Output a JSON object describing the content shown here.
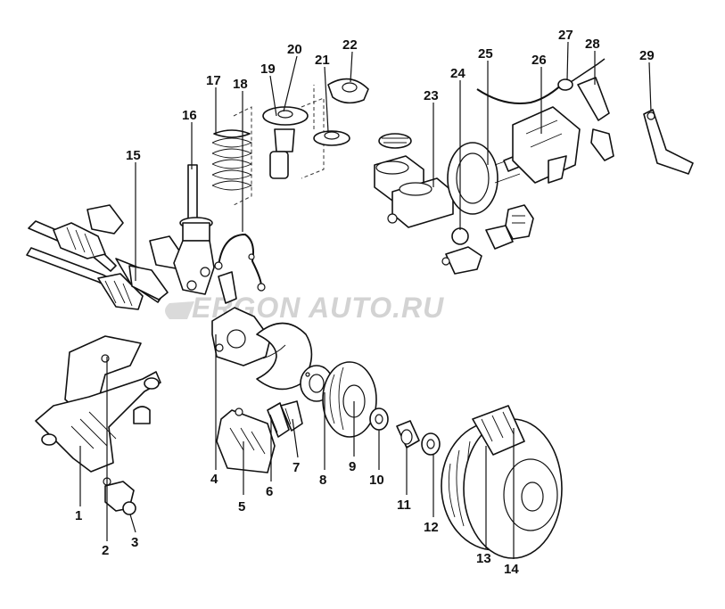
{
  "watermark": "ERGON AUTO.RU",
  "callouts": [
    "1",
    "2",
    "3",
    "4",
    "5",
    "6",
    "7",
    "8",
    "9",
    "10",
    "11",
    "12",
    "13",
    "14",
    "15",
    "16",
    "17",
    "18",
    "19",
    "20",
    "21",
    "22",
    "23",
    "24",
    "25",
    "26",
    "27",
    "28",
    "29"
  ]
}
